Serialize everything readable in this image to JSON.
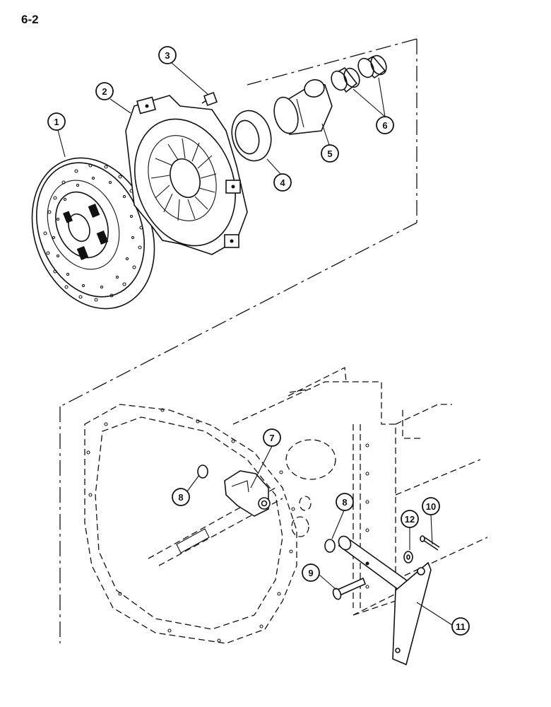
{
  "page": {
    "number": "6-2"
  },
  "callouts": [
    {
      "id": "1",
      "label": "1"
    },
    {
      "id": "2",
      "label": "2"
    },
    {
      "id": "3",
      "label": "3"
    },
    {
      "id": "4",
      "label": "4"
    },
    {
      "id": "5",
      "label": "5"
    },
    {
      "id": "6",
      "label": "6"
    },
    {
      "id": "7",
      "label": "7"
    },
    {
      "id": "8a",
      "label": "8"
    },
    {
      "id": "8b",
      "label": "8"
    },
    {
      "id": "9",
      "label": "9"
    },
    {
      "id": "10",
      "label": "10"
    },
    {
      "id": "11",
      "label": "11"
    },
    {
      "id": "12",
      "label": "12"
    }
  ],
  "parts": [
    {
      "ref": "1",
      "name": "clutch-disc"
    },
    {
      "ref": "2",
      "name": "pressure-plate"
    },
    {
      "ref": "3",
      "name": "bolt"
    },
    {
      "ref": "4",
      "name": "release-bearing"
    },
    {
      "ref": "5",
      "name": "bearing-carrier"
    },
    {
      "ref": "6",
      "name": "bushings"
    },
    {
      "ref": "7",
      "name": "release-fork"
    },
    {
      "ref": "8",
      "name": "o-ring"
    },
    {
      "ref": "9",
      "name": "clevis-pin"
    },
    {
      "ref": "10",
      "name": "cotter-pin"
    },
    {
      "ref": "11",
      "name": "lever"
    },
    {
      "ref": "12",
      "name": "washer"
    }
  ]
}
